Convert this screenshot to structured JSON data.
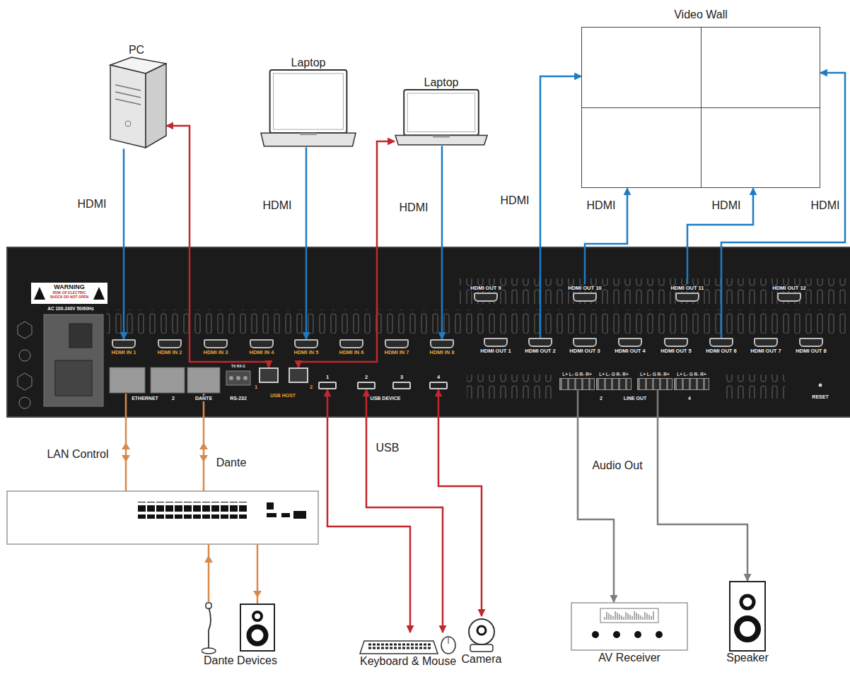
{
  "diagram": {
    "nodes": [
      {
        "text": [
          "PC"
        ]
      },
      {
        "text": [
          "Laptop"
        ]
      },
      {
        "text": [
          "Laptop"
        ]
      },
      {
        "text": [
          "Video Wall"
        ]
      },
      {
        "text": [
          "HDMI OUT 9"
        ]
      },
      {
        "text": [
          "HDMI OUT 10"
        ]
      },
      {
        "text": [
          "HDMI OUT 11"
        ]
      },
      {
        "text": [
          "HDMI OUT 12"
        ]
      },
      {
        "text": [
          "HDMI IN 1"
        ]
      },
      {
        "text": [
          "HDMI IN 2"
        ]
      },
      {
        "text": [
          "HDMI IN 3"
        ]
      },
      {
        "text": [
          "HDMI IN 4"
        ]
      },
      {
        "text": [
          "HDMI IN 5"
        ]
      },
      {
        "text": [
          "HDMI IN 6"
        ]
      },
      {
        "text": [
          "HDMI IN 7"
        ]
      },
      {
        "text": [
          "HDMI IN 8"
        ]
      },
      {
        "text": [
          "HDMI OUT 1"
        ]
      },
      {
        "text": [
          "HDMI OUT 2"
        ]
      },
      {
        "text": [
          "HDMI OUT 3"
        ]
      },
      {
        "text": [
          "HDMI OUT 4"
        ]
      },
      {
        "text": [
          "HDMI OUT 5"
        ]
      },
      {
        "text": [
          "HDMI OUT 6"
        ]
      },
      {
        "text": [
          "HDMI OUT 7"
        ]
      },
      {
        "text": [
          "HDMI OUT 8"
        ]
      },
      {
        "text": [
          "1"
        ]
      },
      {
        "text": [
          "2"
        ]
      },
      {
        "text": [
          "1"
        ]
      },
      {
        "text": [
          "2"
        ]
      },
      {
        "text": [
          "3"
        ]
      },
      {
        "text": [
          "4"
        ]
      },
      {
        "text": [
          "L+ L- G R- R+"
        ]
      },
      {
        "text": [
          "L+ L- G R- R+"
        ]
      },
      {
        "text": [
          "L+ L- G R- R+"
        ]
      },
      {
        "text": [
          "L+ L- G R- R+"
        ]
      },
      {
        "text": [
          "Dante Devices"
        ]
      },
      {
        "text": [
          "Keyboard & Mouse"
        ]
      },
      {
        "text": [
          "Camera"
        ]
      },
      {
        "text": [
          "AV Receiver"
        ]
      },
      {
        "text": [
          "Speaker"
        ]
      }
    ],
    "edges": [
      {
        "from": 0,
        "to": 8,
        "arrow": "to",
        "label": "HDMI"
      },
      {
        "from": 0,
        "to": 24,
        "arrow": "both"
      },
      {
        "from": 1,
        "to": 12,
        "arrow": "to",
        "label": "HDMI"
      },
      {
        "from": 2,
        "to": 25,
        "arrow": "both"
      },
      {
        "from": 2,
        "to": 15,
        "arrow": "to",
        "label": "HDMI"
      },
      {
        "from": 17,
        "to": 3,
        "arrow": "to",
        "label": "HDMI"
      },
      {
        "from": 5,
        "to": 3,
        "arrow": "to",
        "label": "HDMI"
      },
      {
        "from": 6,
        "to": 3,
        "arrow": "to",
        "label": "HDMI"
      },
      {
        "from": 21,
        "to": 3,
        "arrow": "to",
        "label": "HDMI"
      },
      {
        "from": 26,
        "to": 35,
        "arrow": "both"
      },
      {
        "from": 27,
        "to": 35,
        "arrow": "both",
        "label": "USB"
      },
      {
        "from": 29,
        "to": 36,
        "arrow": "both"
      },
      {
        "from": 30,
        "to": 37,
        "arrow": "to",
        "label": "Audio Out"
      },
      {
        "from": 32,
        "to": 38,
        "arrow": "to"
      }
    ],
    "labels": [
      "WARNING",
      "RISK OF ELECTRIC SHOCK DO NOT OPEN",
      "AC 100-240V 50/60Hz",
      "ETHERNET",
      "2",
      "DANTE",
      "TX RX G",
      "RS-232",
      "USB HOST",
      "USB DEVICE",
      "2",
      "LINE OUT",
      "4",
      "RESET",
      "LAN Control",
      "Dante"
    ]
  }
}
